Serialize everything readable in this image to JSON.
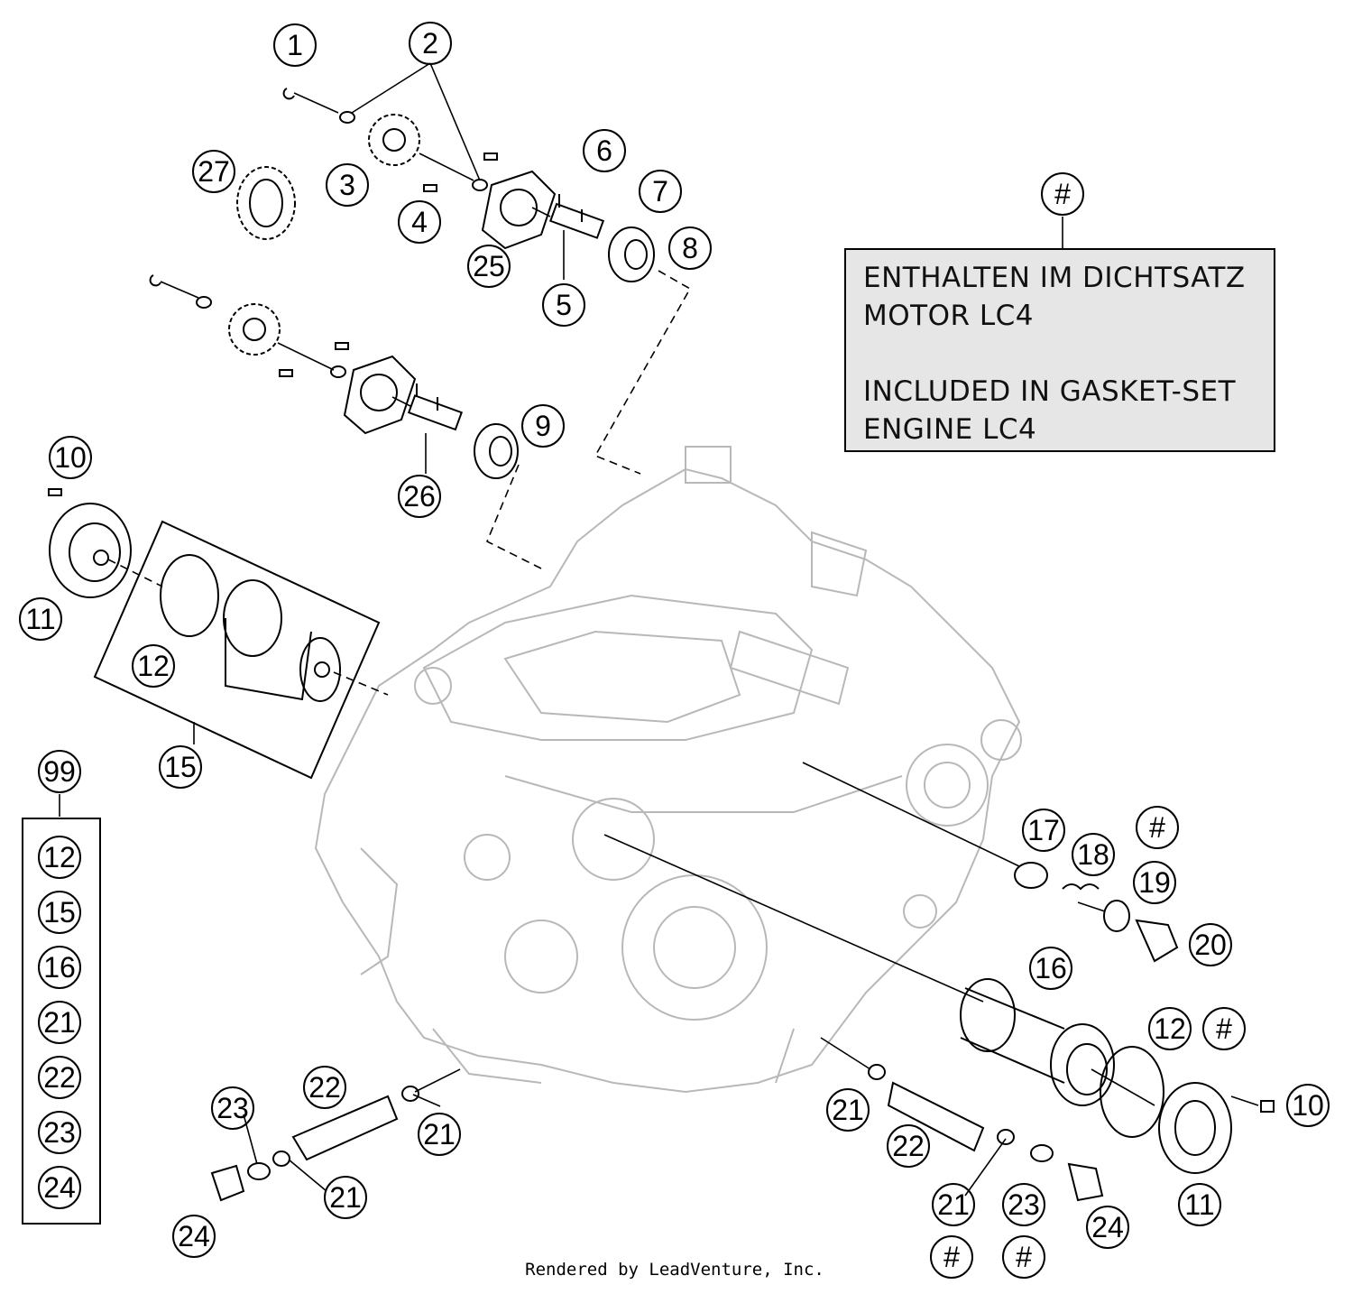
{
  "note": {
    "marker": "#",
    "lines": [
      "ENTHALTEN IM DICHTSATZ",
      "MOTOR LC4",
      "",
      "INCLUDED IN GASKET-SET",
      "ENGINE LC4"
    ]
  },
  "kit": {
    "number": "99",
    "items": [
      "12",
      "15",
      "16",
      "21",
      "22",
      "23",
      "24"
    ]
  },
  "callouts": [
    "1",
    "2",
    "3",
    "27",
    "4",
    "6",
    "7",
    "25",
    "8",
    "5",
    "9",
    "26",
    "10",
    "11",
    "12",
    "15",
    "17",
    "18",
    "#",
    "19",
    "20",
    "16",
    "12",
    "#",
    "10",
    "11",
    "21",
    "22",
    "21",
    "23",
    "24",
    "21",
    "22",
    "21",
    "23",
    "24",
    "#",
    "#"
  ],
  "credit": "Rendered by LeadVenture, Inc.",
  "colors": {
    "line": "#000000",
    "engine": "#b8b8b8",
    "note_fill": "#e6e6e6"
  }
}
